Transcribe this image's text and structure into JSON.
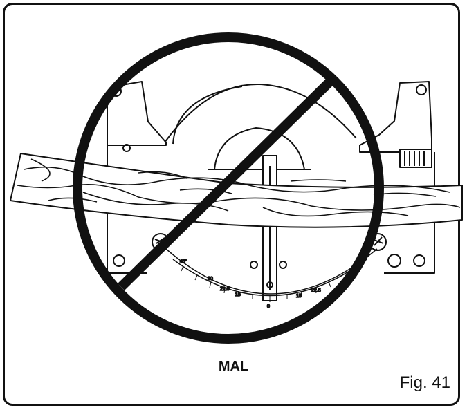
{
  "caption": "MAL",
  "figure_label": "Fig. 41",
  "scale_labels": [
    "45°",
    "30",
    "22.5",
    "15",
    "0",
    "15",
    "22.5"
  ],
  "icons": {
    "prohibition": "prohibition-sign-icon",
    "saw": "miter-saw-icon",
    "board": "wood-board-icon"
  },
  "colors": {
    "ink": "#111111",
    "background": "#ffffff"
  }
}
